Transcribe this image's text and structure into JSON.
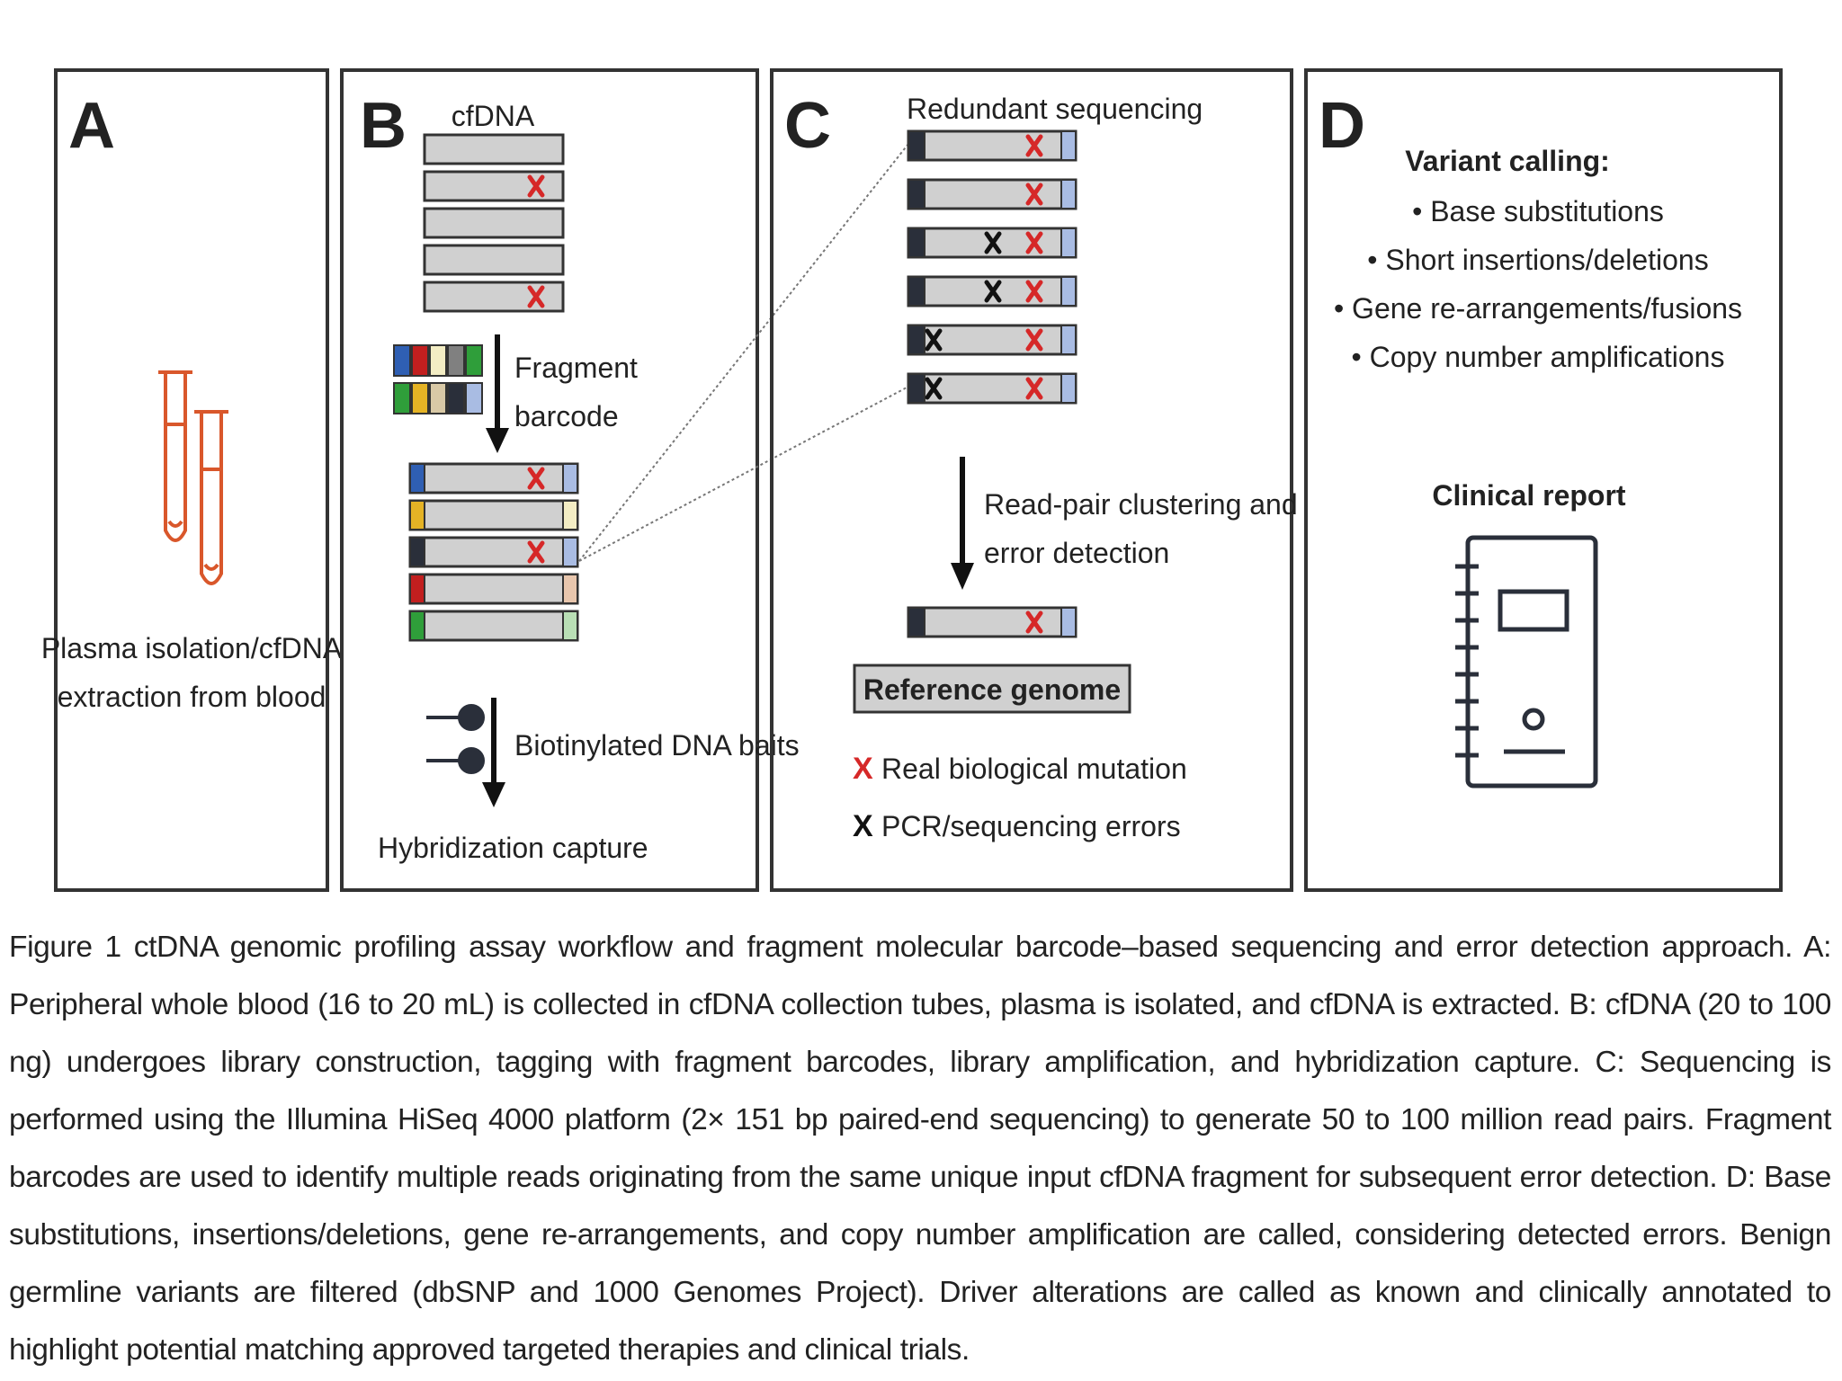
{
  "panels": [
    {
      "letter": "A",
      "lines": [
        "Plasma isolation/cfDNA",
        "extraction from blood"
      ]
    },
    {
      "letter": "B",
      "cfdna_label": "cfDNA",
      "fragment_label": [
        "Fragment",
        "barcode"
      ],
      "baits_label": "Biotinylated DNA baits",
      "capture_label": "Hybridization capture"
    },
    {
      "letter": "C",
      "redundant_label": "Redundant sequencing",
      "clustering_label": [
        "Read-pair clustering and",
        "error detection"
      ],
      "reference_label": "Reference genome",
      "legend": [
        {
          "symbol": "X",
          "color": "#d62828",
          "label": "Real biological mutation"
        },
        {
          "symbol": "X",
          "color": "#111111",
          "label": "PCR/sequencing errors"
        }
      ]
    },
    {
      "letter": "D",
      "title": "Variant calling:",
      "items": [
        "• Base substitutions",
        "• Short insertions/deletions",
        "• Gene re-arrangements/fusions",
        "• Copy number amplifications"
      ],
      "report_label": "Clinical report"
    }
  ],
  "colors": {
    "fragment": "#d0d0d0",
    "border": "#333333",
    "mutation": "#d62828",
    "error": "#111111",
    "tube": "#d9572b",
    "barcode_top": [
      "#2f5fb3",
      "#c21f1f",
      "#f3edc4",
      "#808080",
      "#2f9e3a"
    ],
    "barcode_bottom": [
      "#2f9e3a",
      "#e5b325",
      "#d9c9a6",
      "#2a2f3a",
      "#a9bce3"
    ],
    "tagged_left": [
      "#2f5fb3",
      "#e5b325",
      "#2a2f3a",
      "#c21f1f",
      "#2f9e3a"
    ],
    "tagged_right": [
      "#a9bce3",
      "#f3edc4",
      "#a9bce3",
      "#e8c6ad",
      "#b9dfb5"
    ]
  },
  "caption": "Figure 1 ctDNA genomic profiling assay workflow and fragment molecular barcode–based sequencing and error detection approach. A: Peripheral whole blood (16 to 20 mL) is collected in cfDNA collection tubes, plasma is isolated, and cfDNA is extracted. B: cfDNA (20 to 100 ng) undergoes library construction, tagging with fragment barcodes, library amplification, and hybridization capture. C: Sequencing is performed using the Illumina HiSeq 4000 platform (2× 151 bp paired-end sequencing) to generate 50 to 100 million read pairs. Fragment barcodes are used to identify multiple reads originating from the same unique input cfDNA fragment for subsequent error detection. D: Base substitutions, insertions/deletions, gene re-arrangements, and copy number amplification are called, considering detected errors. Benign germline variants are filtered (dbSNP and 1000 Genomes Project). Driver alterations are called as known and clinically annotated to highlight potential matching approved targeted therapies and clinical trials."
}
